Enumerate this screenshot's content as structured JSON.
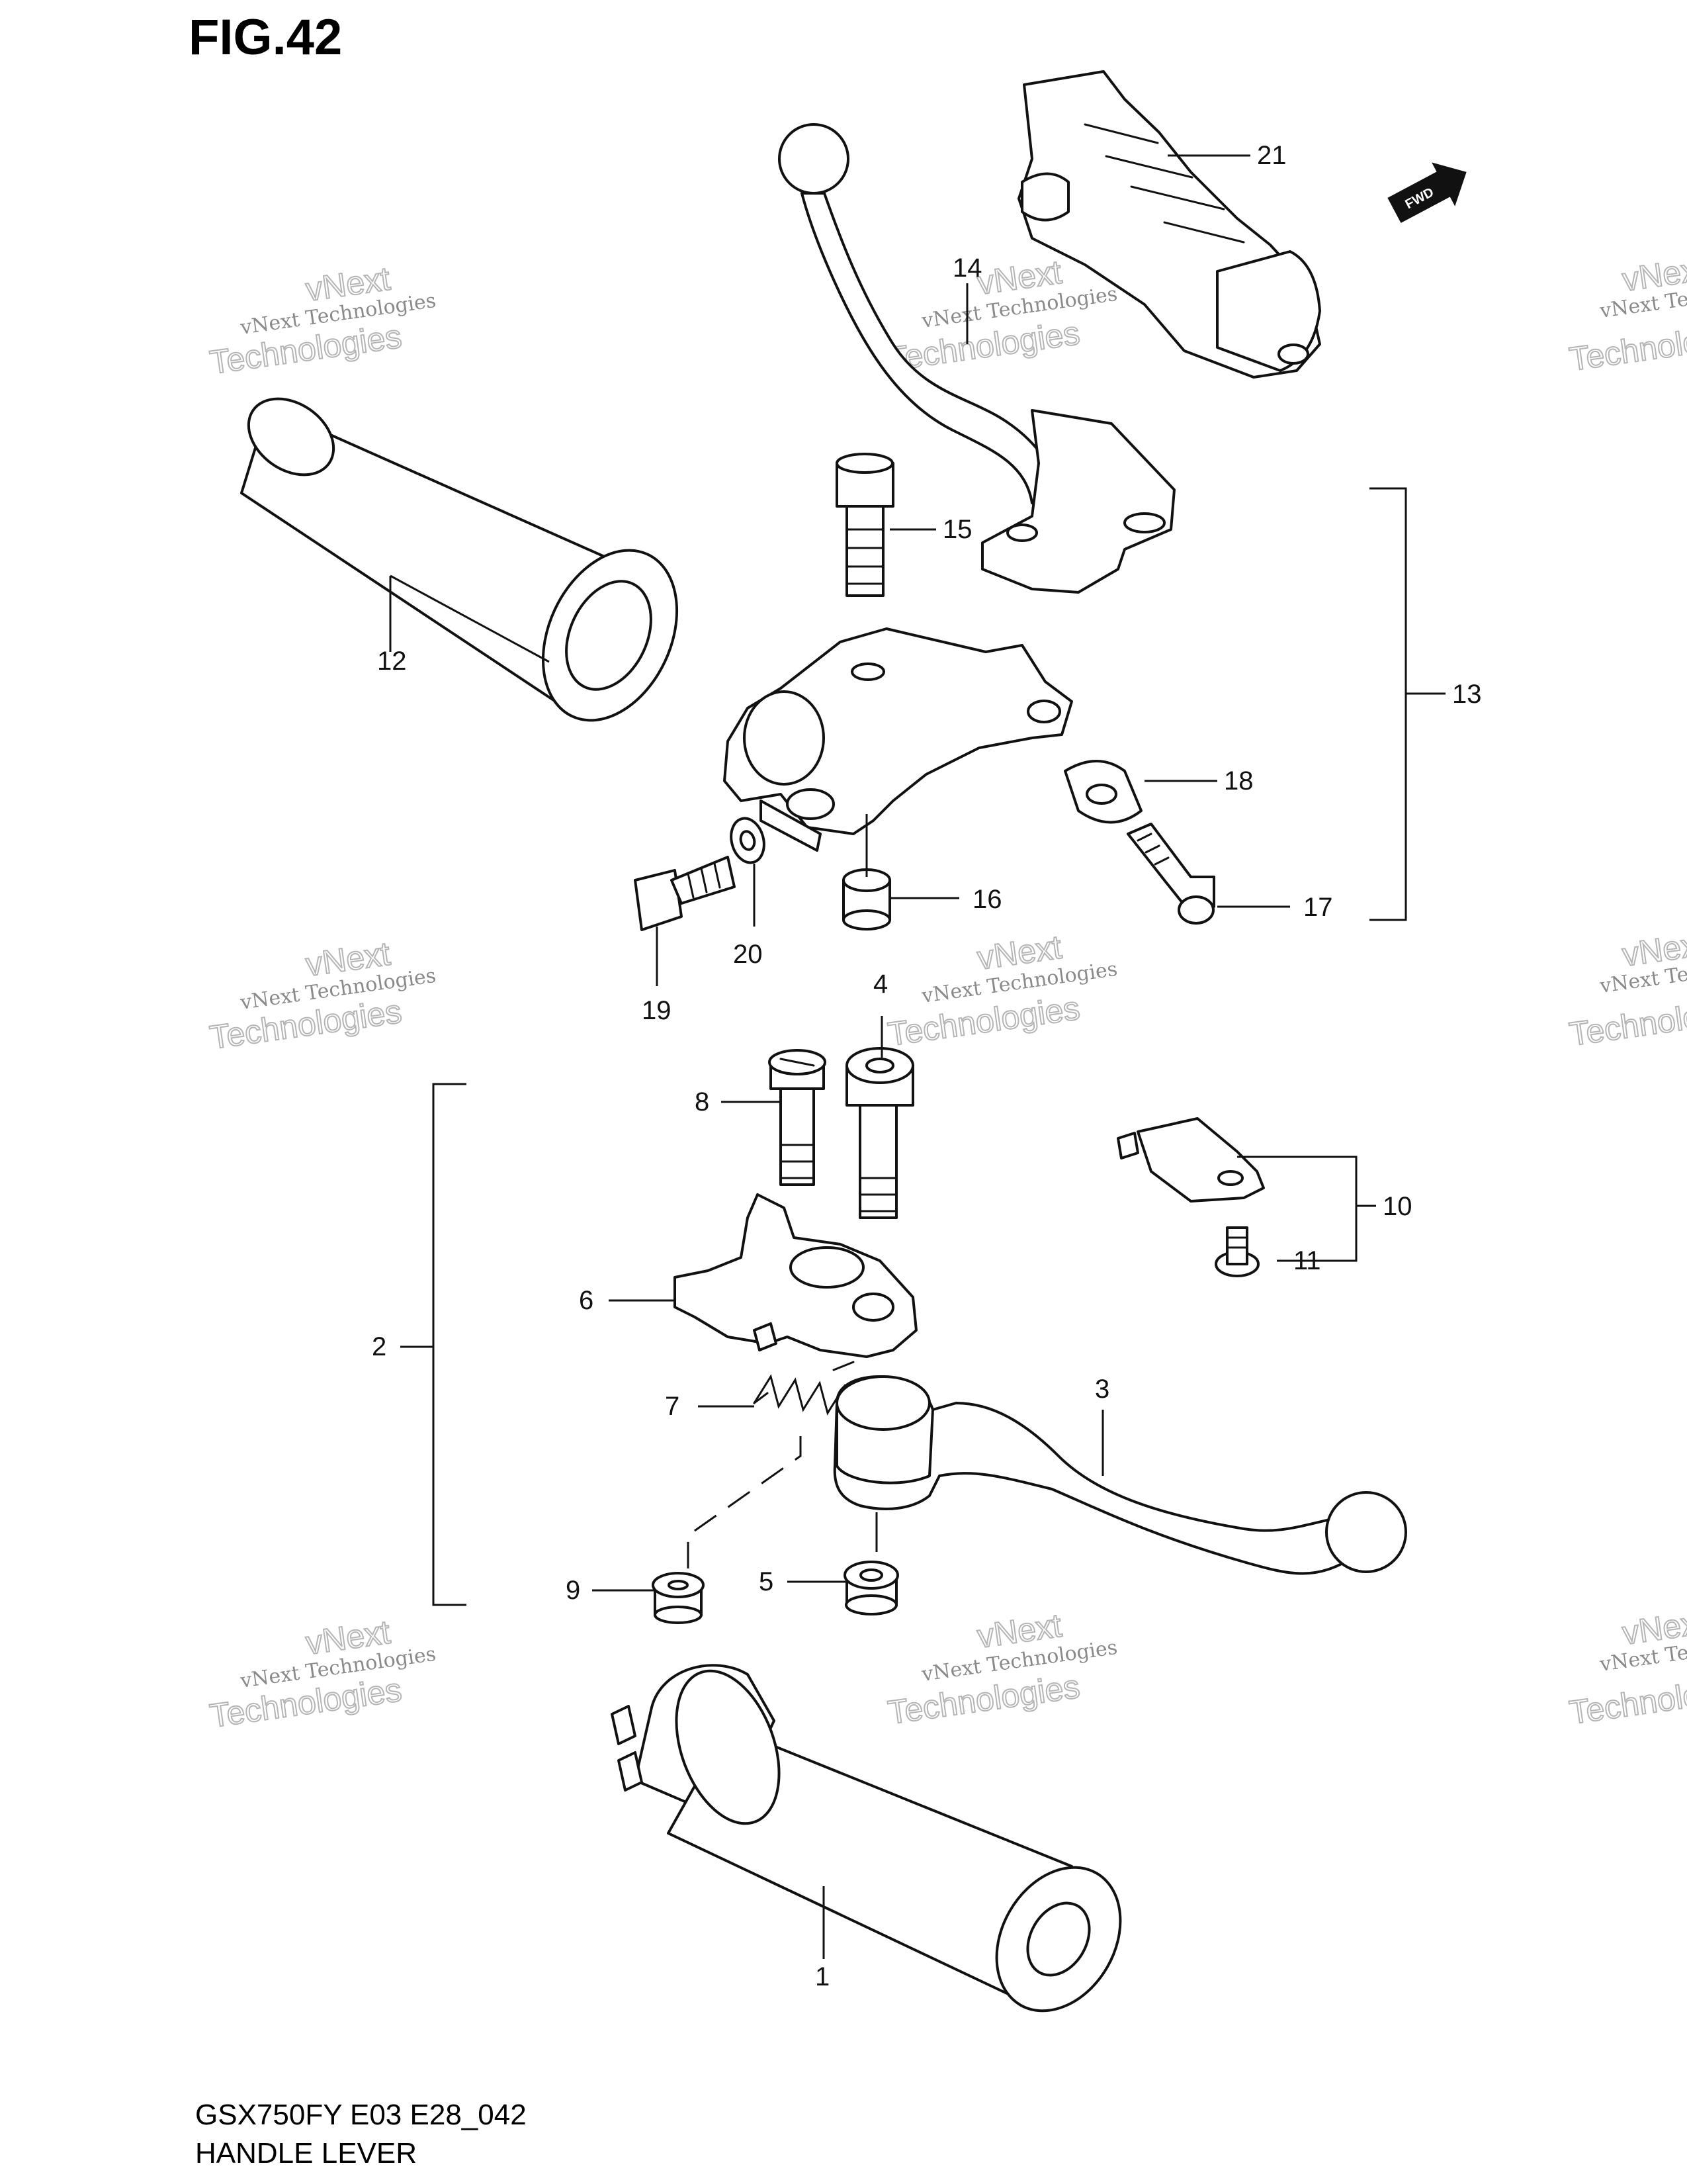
{
  "figure": {
    "title": "FIG.42",
    "model_code": "GSX750FY E03 E28_042",
    "name": "HANDLE LEVER"
  },
  "direction_badge": "FWD",
  "watermark": {
    "line1": "vNext Technologies",
    "line2": "vNext",
    "line3": "Technologies"
  },
  "callouts": {
    "c1": "1",
    "c2": "2",
    "c3": "3",
    "c4": "4",
    "c5": "5",
    "c6": "6",
    "c7": "7",
    "c8": "8",
    "c9": "9",
    "c10": "10",
    "c11": "11",
    "c12": "12",
    "c13": "13",
    "c14": "14",
    "c15": "15",
    "c16": "16",
    "c17": "17",
    "c18": "18",
    "c19": "19",
    "c20": "20",
    "c21": "21"
  }
}
